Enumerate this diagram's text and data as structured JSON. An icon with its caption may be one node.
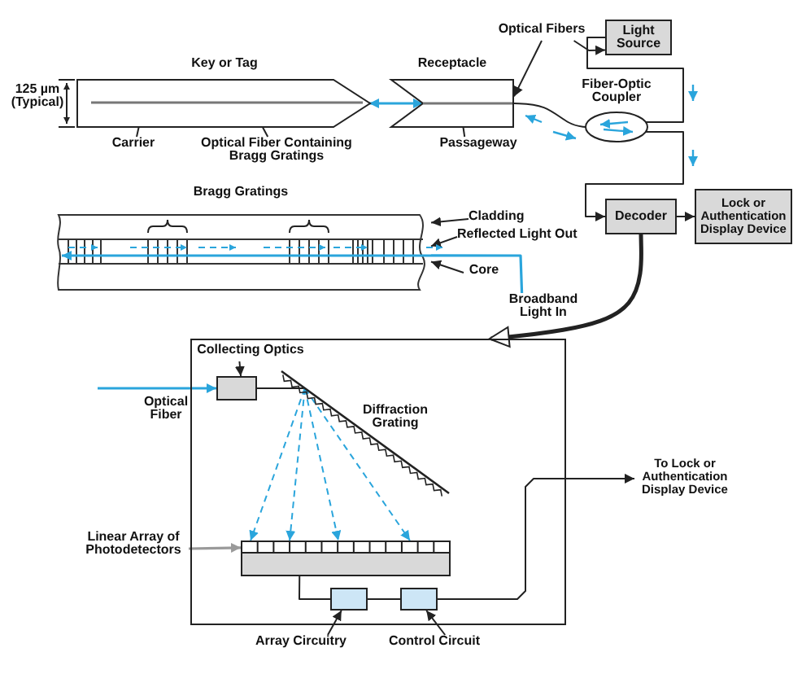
{
  "diagram": {
    "nodes": [
      {
        "text": [
          "Key or Tag"
        ]
      },
      {
        "text": [
          "Receptacle"
        ]
      },
      {
        "text": [
          "Optical Fibers"
        ]
      },
      {
        "text": [
          "Light Source"
        ]
      },
      {
        "text": [
          "Fiber-Optic Coupler"
        ]
      },
      {
        "text": [
          "Carrier"
        ]
      },
      {
        "text": [
          "Optical Fiber Containing Bragg Gratings"
        ]
      },
      {
        "text": [
          "Passageway"
        ]
      },
      {
        "text": [
          "Decoder"
        ]
      },
      {
        "text": [
          "Lock or Authentication Display Device"
        ]
      },
      {
        "text": [
          "Cladding"
        ]
      },
      {
        "text": [
          "Reflected Light Out"
        ]
      },
      {
        "text": [
          "Core"
        ]
      },
      {
        "text": [
          "Broadband Light In"
        ]
      },
      {
        "text": [],
        "shape": "box"
      },
      {
        "text": [
          "Collecting Optics"
        ],
        "in": 14
      },
      {
        "text": [],
        "shape": "box",
        "in": 14
      },
      {
        "text": [
          "Diffraction Grating"
        ],
        "in": 14
      },
      {
        "text": [
          "Linear Array of Photodetectors"
        ]
      },
      {
        "text": [],
        "shape": "bar",
        "in": 14
      },
      {
        "text": [],
        "shape": "box",
        "in": 14
      },
      {
        "text": [],
        "shape": "box",
        "in": 14
      },
      {
        "text": [
          "Array Circuitry"
        ]
      },
      {
        "text": [
          "Control Circuit"
        ]
      },
      {
        "text": [
          "To Lock or Authentication Display Device"
        ]
      },
      {
        "text": [],
        "shape": "cylinder"
      }
    ],
    "edges": [
      {
        "from": 0,
        "to": 1,
        "arrow": "both",
        "color": "#2aa5dc"
      },
      {
        "from": 1,
        "to": 4,
        "arrow": "none"
      },
      {
        "from": 3,
        "to": 4,
        "arrow": "none"
      },
      {
        "from": 4,
        "to": 8,
        "arrow": "to"
      },
      {
        "from": 8,
        "to": 9,
        "arrow": "to"
      },
      {
        "from": 8,
        "to": 14,
        "arrow": "to",
        "style": "thick"
      },
      {
        "from": 2,
        "to": 1,
        "arrow": "to"
      },
      {
        "from": 2,
        "to": 3,
        "arrow": "to"
      },
      {
        "from": 5,
        "to": null,
        "arrow": "to"
      },
      {
        "from": 6,
        "to": null,
        "arrow": "to"
      },
      {
        "from": 7,
        "to": null,
        "arrow": "to"
      },
      {
        "from": 10,
        "to": 25,
        "arrow": "to"
      },
      {
        "from": 11,
        "to": 25,
        "arrow": "to"
      },
      {
        "from": 12,
        "to": 25,
        "arrow": "to"
      },
      {
        "from": 13,
        "to": 25,
        "arrow": "none",
        "color": "#2aa5dc"
      },
      {
        "from": 15,
        "to": 16,
        "arrow": "to"
      },
      {
        "from": null,
        "to": 16,
        "arrow": "to",
        "color": "#2aa5dc"
      },
      {
        "from": 16,
        "to": 17,
        "arrow": "none"
      },
      {
        "from": 17,
        "to": 19,
        "arrow": "to",
        "style": "dashed",
        "color": "#2aa5dc"
      },
      {
        "from": 17,
        "to": 19,
        "arrow": "to",
        "style": "dashed",
        "color": "#2aa5dc"
      },
      {
        "from": 17,
        "to": 19,
        "arrow": "to",
        "style": "dashed",
        "color": "#2aa5dc"
      },
      {
        "from": 17,
        "to": 19,
        "arrow": "to",
        "style": "dashed",
        "color": "#2aa5dc"
      },
      {
        "from": 18,
        "to": 19,
        "arrow": "to",
        "color": "#9a9a9a"
      },
      {
        "from": 19,
        "to": 20,
        "arrow": "none"
      },
      {
        "from": 20,
        "to": 21,
        "arrow": "none"
      },
      {
        "from": 21,
        "to": 24,
        "arrow": "to"
      },
      {
        "from": 22,
        "to": 20,
        "arrow": "to"
      },
      {
        "from": 23,
        "to": 21,
        "arrow": "to"
      }
    ],
    "labels": [
      "125 µm (Typical)",
      "Bragg Gratings",
      "Optical Fiber"
    ]
  }
}
